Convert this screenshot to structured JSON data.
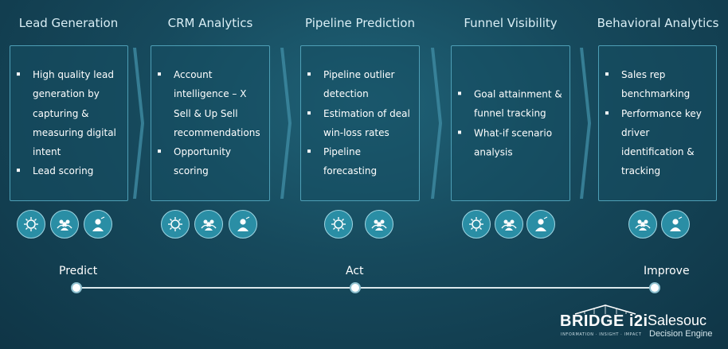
{
  "stages": [
    {
      "title": "Lead Generation",
      "bullets": [
        "High quality lead generation by capturing & measuring digital intent",
        "Lead scoring"
      ]
    },
    {
      "title": "CRM Analytics",
      "bullets": [
        "Account intelligence – X Sell & Up Sell recommendations",
        "Opportunity scoring"
      ]
    },
    {
      "title": "Pipeline Prediction",
      "bullets": [
        "Pipeline outlier detection",
        "Estimation of deal win-loss rates",
        "Pipeline forecasting"
      ]
    },
    {
      "title": "Funnel Visibility",
      "bullets": [
        "Goal attainment & funnel tracking",
        "What-if scenario analysis"
      ]
    },
    {
      "title": "Behavioral Analytics",
      "bullets": [
        "Sales rep benchmarking",
        "Performance key driver identification & tracking"
      ]
    }
  ],
  "icons": {
    "stage1": [
      "brain-icon",
      "team-icon",
      "person-icon"
    ],
    "stage2": [
      "brain-icon",
      "team-icon",
      "person-icon"
    ],
    "stage3": [
      "brain-icon",
      "team-icon"
    ],
    "stage4": [
      "brain-icon",
      "team-icon",
      "person-icon"
    ],
    "stage5": [
      "team-icon",
      "person-icon"
    ]
  },
  "timeline": {
    "start": "Predict",
    "middle": "Act",
    "end": "Improve"
  },
  "branding": {
    "bridge": "BRIDGE i2i",
    "bridge_tagline": "INFORMATION · INSIGHT · IMPACT",
    "sales": "Salesouc",
    "sales_sub": "Decision Engine"
  },
  "colors": {
    "background": "#16495c",
    "box_border": "#4e9fb6",
    "icon_fill": "#2a8ea5",
    "line": "#dbe8ec"
  }
}
